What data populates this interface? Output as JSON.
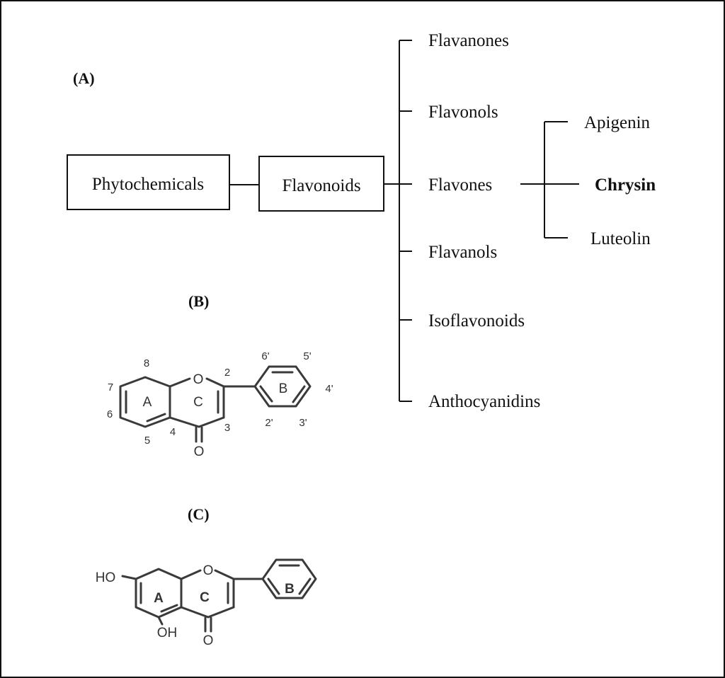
{
  "panel_labels": {
    "a": "(A)",
    "b": "(B)",
    "c": "(C)"
  },
  "tree": {
    "root": "Phytochemicals",
    "child": "Flavonoids",
    "classes": [
      "Flavanones",
      "Flavonols",
      "Flavones",
      "Flavanols",
      "Isoflavonoids",
      "Anthocyanidins"
    ],
    "flavones": [
      "Apigenin",
      "Chrysin",
      "Luteolin"
    ],
    "highlighted": "Chrysin"
  },
  "flavone_skeleton": {
    "ring_labels": [
      "A",
      "C",
      "B"
    ],
    "atoms": {
      "ring_oxygen": "O",
      "carbonyl_oxygen": "O"
    },
    "positions": [
      "8",
      "7",
      "6",
      "5",
      "4",
      "3",
      "2",
      "2'",
      "3'",
      "4'",
      "5'",
      "6'"
    ]
  },
  "chrysin_structure": {
    "ring_labels": [
      "A",
      "C",
      "B"
    ],
    "atoms": {
      "ring_oxygen": "O",
      "carbonyl_oxygen": "O"
    },
    "substituents": [
      "HO",
      "OH"
    ]
  }
}
